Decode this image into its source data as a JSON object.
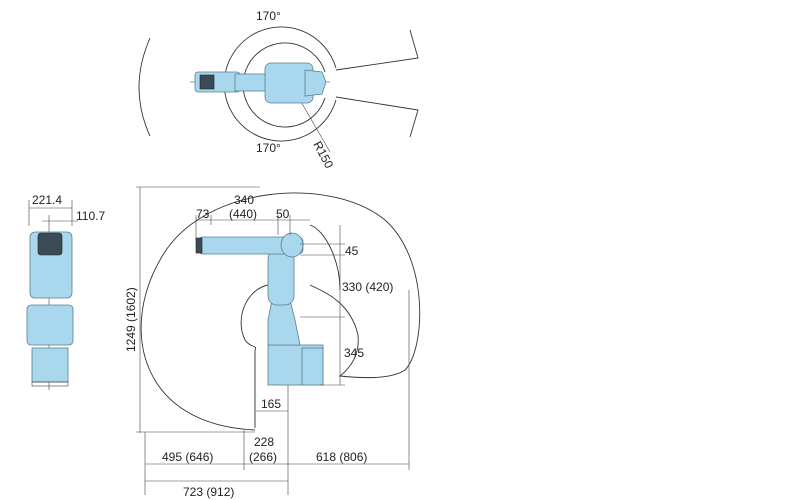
{
  "colors": {
    "robot_body": "#a9d8ee",
    "lines": "#333333"
  },
  "top_view": {
    "angle_upper": "170°",
    "angle_lower": "170°",
    "radius_label": "R150"
  },
  "front_view": {
    "width_label": "221.4",
    "half_width_label": "110.7"
  },
  "side_view": {
    "height_label": "1249 (1602)",
    "arm_length_top": "340",
    "arm_length_bottom": "(440)",
    "wrist_offset": "73",
    "elbow_offset": "50",
    "shoulder_offset": "45",
    "upper_arm_label": "330 (420)",
    "base_height_label": "345",
    "base_offset_label": "165",
    "rear_reach_top": "228",
    "rear_reach_bottom": "(266)",
    "rear_span_label": "495 (646)",
    "front_reach_label": "618 (806)",
    "total_rear_label": "723 (912)"
  }
}
